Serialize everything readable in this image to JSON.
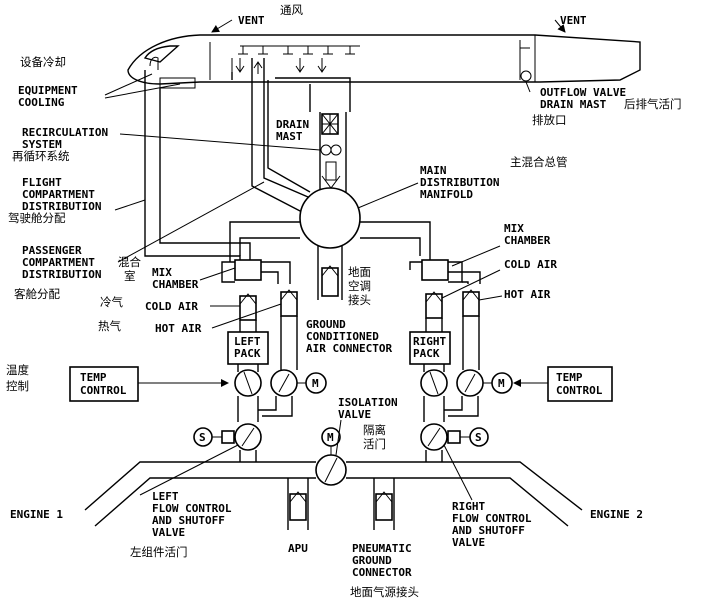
{
  "labels": {
    "vent_top": "VENT",
    "vent_right": "VENT",
    "equipment_cooling": [
      "EQUIPMENT",
      "COOLING"
    ],
    "recirculation": [
      "RECIRCULATION",
      "SYSTEM"
    ],
    "flight_compartment": [
      "FLIGHT",
      "COMPARTMENT",
      "DISTRIBUTION"
    ],
    "passenger_compartment": [
      "PASSENGER",
      "COMPARTMENT",
      "DISTRIBUTION"
    ],
    "drain_mast_center": [
      "DRAIN",
      "MAST"
    ],
    "main_manifold": [
      "MAIN",
      "DISTRIBUTION",
      "MANIFOLD"
    ],
    "outflow_valve": "OUTFLOW VALVE",
    "drain_mast_right": "DRAIN MAST",
    "mix_chamber_left": [
      "MIX",
      "CHAMBER"
    ],
    "mix_chamber_right": [
      "MIX",
      "CHAMBER"
    ],
    "cold_air_left": "COLD AIR",
    "cold_air_right": "COLD AIR",
    "hot_air_left": "HOT AIR",
    "hot_air_right": "HOT AIR",
    "left_pack": [
      "LEFT",
      "PACK"
    ],
    "right_pack": [
      "RIGHT",
      "PACK"
    ],
    "ground_connector": [
      "GROUND",
      "CONDITIONED",
      "AIR CONNECTOR"
    ],
    "temp_control_left": [
      "TEMP",
      "CONTROL"
    ],
    "temp_control_right": [
      "TEMP",
      "CONTROL"
    ],
    "isolation_valve": [
      "ISOLATION",
      "VALVE"
    ],
    "engine_1": "ENGINE 1",
    "engine_2": "ENGINE 2",
    "left_flow_valve": [
      "LEFT",
      "FLOW CONTROL",
      "AND SHUTOFF",
      "VALVE"
    ],
    "right_flow_valve": [
      "RIGHT",
      "FLOW CONTROL",
      "AND SHUTOFF",
      "VALVE"
    ],
    "apu": "APU",
    "pneumatic": [
      "PNEUMATIC",
      "GROUND",
      "CONNECTOR"
    ],
    "motor": "M",
    "solenoid": "S"
  },
  "chinese": {
    "vent": "通风",
    "equipment_cooling": "设备冷却",
    "recirculation": "再循环系统",
    "flight_distribution": "驾驶舱分配",
    "mix_chamber": "混合",
    "mix_chamber_2": "室",
    "passenger_distribution": "客舱分配",
    "cold_air": "冷气",
    "hot_air": "热气",
    "temp_control": "温度",
    "temp_control_2": "控制",
    "main_manifold": "主混合总管",
    "outflow_valve": "后排气活门",
    "drain_mast": "排放口",
    "ground_air": [
      "地面",
      "空调",
      "接头"
    ],
    "isolation_valve": [
      "隔离",
      "活门"
    ],
    "left_pack_valve": "左组件活门",
    "pneumatic_ground": "地面气源接头"
  }
}
